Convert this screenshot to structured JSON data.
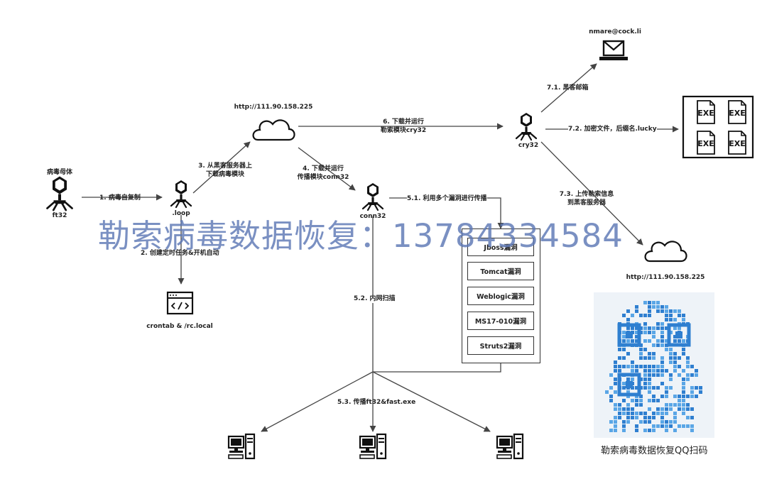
{
  "nodes": {
    "virus_mother_label": "病毒母体",
    "ft32": "ft32",
    "loop": ".loop",
    "conn32": "conn32",
    "cry32": "cry32",
    "server_top_url": "http://111.90.158.225",
    "server_right_url": "http://111.90.158.225",
    "crontab": "crontab & /rc.local",
    "email": "nmare@cock.li"
  },
  "edges": {
    "e1": "1. 病毒自复制",
    "e2": "2. 创建定时任务&开机自动",
    "e3_line1": "3. 从黑客服务器上",
    "e3_line2": "下载病毒模块",
    "e4_line1": "4. 下载并运行",
    "e4_line2": "传播模块conn32",
    "e51": "5.1. 利用多个漏洞进行传播",
    "e52": "5.2. 内网扫描",
    "e53": "5.3. 传播ft32&fast.exe",
    "e6_line1": "6. 下载并运行",
    "e6_line2": "勒索模块cry32",
    "e71": "7.1. 黑客邮箱",
    "e72": "7.2. 加密文件，后缀名.lucky",
    "e73_line1": "7.3. 上传勒索信息",
    "e73_line2": "到黑客服务器"
  },
  "vulnerabilities": [
    "Jboss漏洞",
    "Tomcat漏洞",
    "Weblogic漏洞",
    "MS17-010漏洞",
    "Struts2漏洞"
  ],
  "exe_label": "EXE",
  "watermark": "勒索病毒数据恢复：13784334584",
  "qr_caption": "勒索病毒数据恢复QQ扫码",
  "colors": {
    "line": "#444444",
    "watermark": "#5d78b5",
    "qr": "#3f8fd6"
  }
}
